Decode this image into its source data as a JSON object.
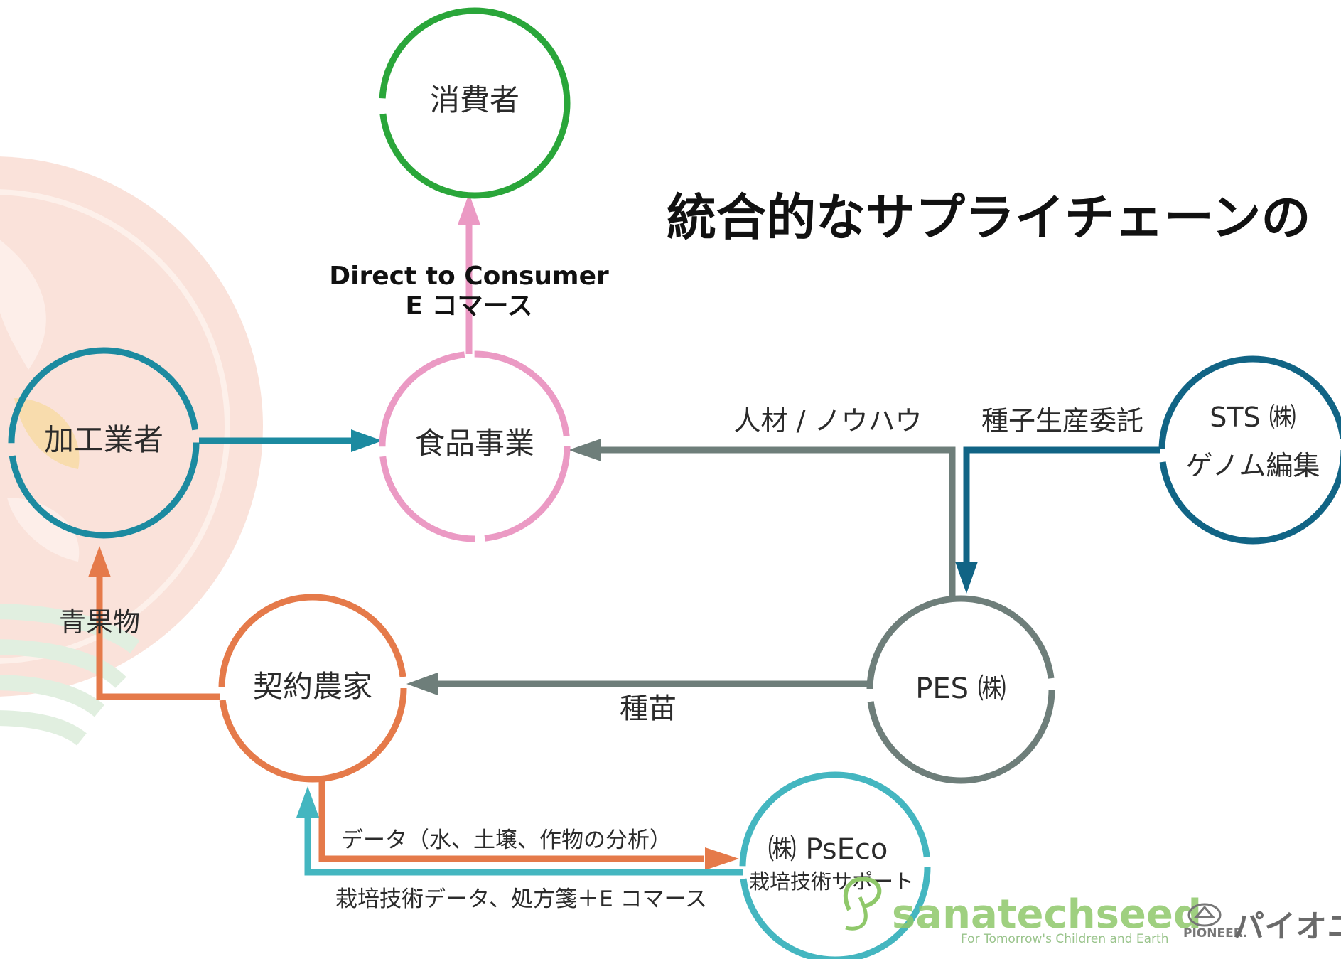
{
  "title": "統合的なサプライチェーンの",
  "colors": {
    "green": "#2aa63a",
    "pink": "#eb9ac4",
    "blue": "#1c8aa0",
    "teal": "#44b6c0",
    "orange": "#e57a4a",
    "gray": "#6e7e7a",
    "darkblue": "#116485",
    "bg_salmon": "#f9ddd3",
    "bg_green": "#e1efe0",
    "logo_green": "#8fc86a"
  },
  "nodes": {
    "consumer": {
      "label": "消費者"
    },
    "food": {
      "label": "食品事業"
    },
    "processor": {
      "label": "加工業者"
    },
    "farmer": {
      "label": "契約農家"
    },
    "pes": {
      "label": "PES ㈱"
    },
    "sts": {
      "label1": "STS ㈱",
      "label2": "ゲノム編集"
    },
    "pseco": {
      "label1": "㈱ PsEco",
      "label2": "栽培技術サポート"
    }
  },
  "edges": {
    "d2c_line1": "Direct to Consumer",
    "d2c_line2": "E コマース",
    "knowhow": "人材 / ノウハウ",
    "seed_contract": "種子生産委託",
    "seedling": "種苗",
    "produce": "青果物",
    "data": "データ（水、土壌、作物の分析）",
    "tech_data": "栽培技術データ、処方箋＋E コマース"
  },
  "logos": {
    "sanatech_name": "sanatechseed",
    "sanatech_tagline": "For Tomorrow's Children and Earth",
    "pioneer_small": "PIONEER.",
    "pioneer_kana": "パイオニア"
  }
}
